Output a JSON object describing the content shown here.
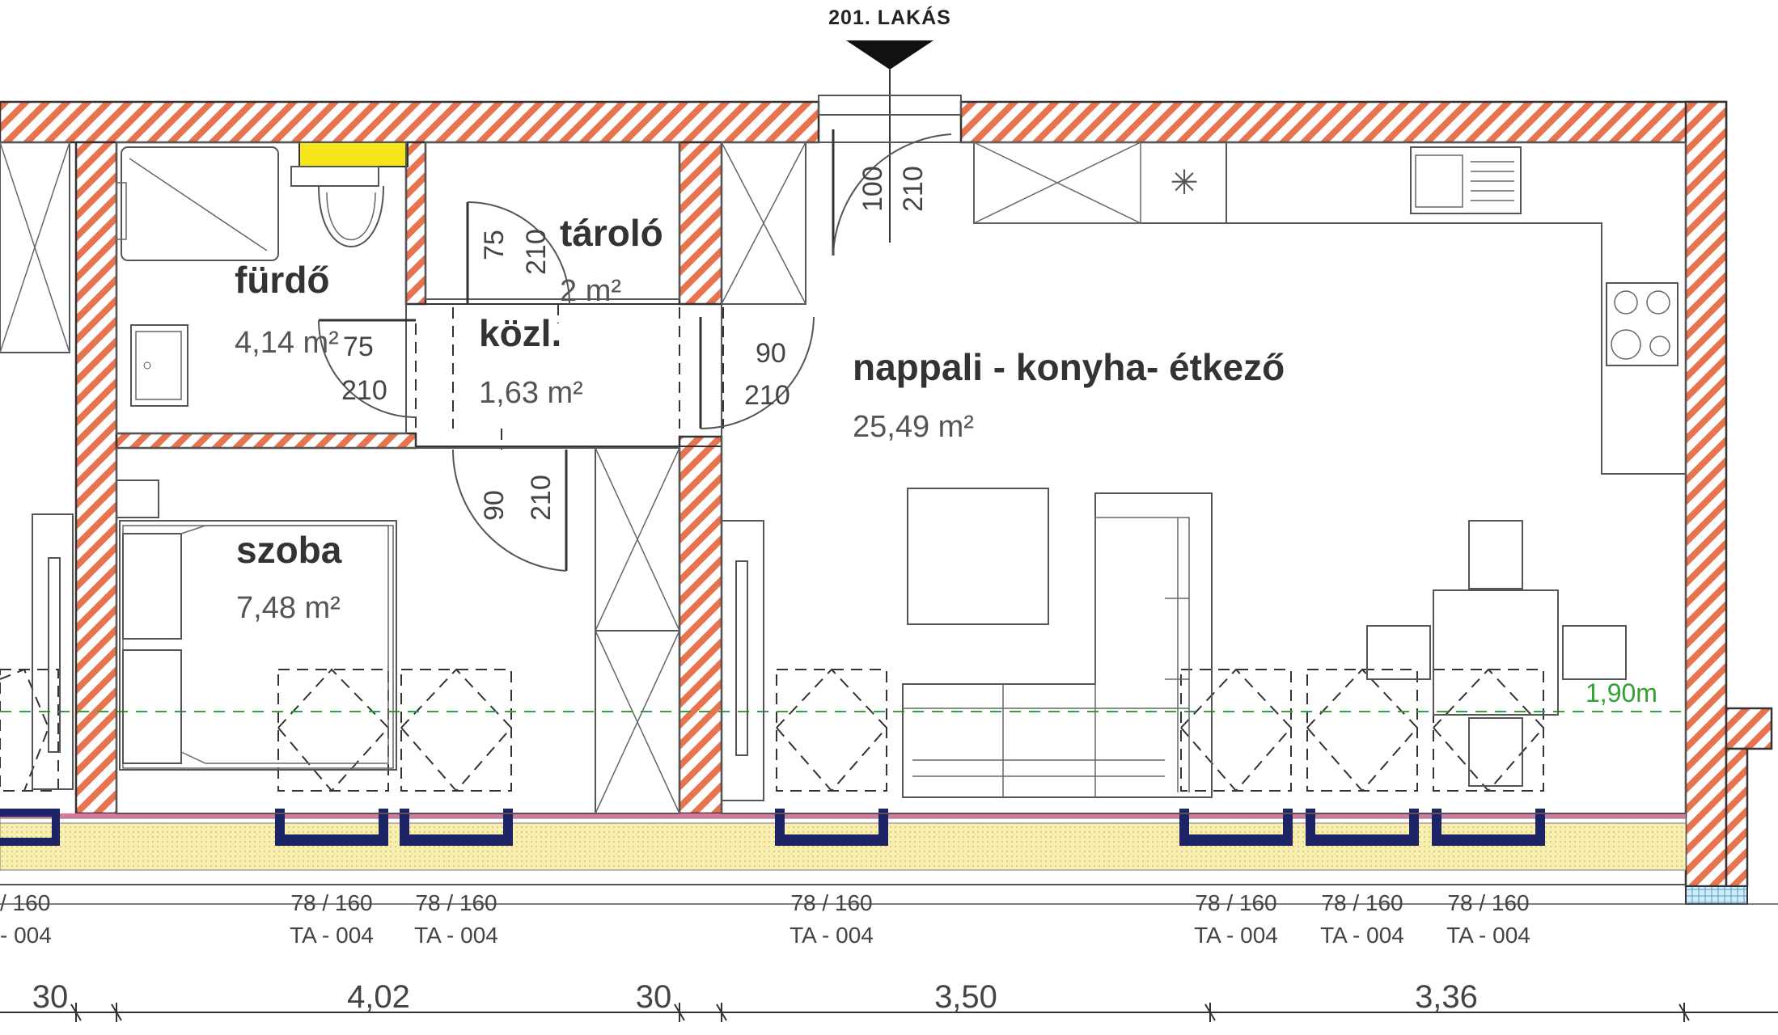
{
  "apartment": {
    "label": "201. LAKÁS"
  },
  "rooms": {
    "furdo": {
      "name": "fürdő",
      "area": "4,14 m²"
    },
    "tarolo": {
      "name": "tároló",
      "area": "2 m²"
    },
    "kozl": {
      "name": "közl.",
      "area": "1,63 m²"
    },
    "szoba": {
      "name": "szoba",
      "area": "7,48 m²"
    },
    "nappali": {
      "name": "nappali - konyha- étkező",
      "area": "25,49 m²"
    }
  },
  "doors": {
    "entrance": {
      "width": "100",
      "height": "210"
    },
    "tarolo": {
      "width": "75",
      "height": "210"
    },
    "furdo": {
      "width": "75",
      "height": "210"
    },
    "nappali": {
      "width": "90",
      "height": "210"
    },
    "szoba": {
      "width": "90",
      "height": "210"
    }
  },
  "windows": [
    {
      "size": "/ 160",
      "code": "- 004"
    },
    {
      "size": "78 / 160",
      "code": "TA - 004"
    },
    {
      "size": "78 / 160",
      "code": "TA - 004"
    },
    {
      "size": "78 / 160",
      "code": "TA - 004"
    },
    {
      "size": "78 / 160",
      "code": "TA - 004"
    },
    {
      "size": "78 / 160",
      "code": "TA - 004"
    },
    {
      "size": "78 / 160",
      "code": "TA - 004"
    }
  ],
  "sill_height": "1,90m",
  "dimensions": [
    "30",
    "4,02",
    "30",
    "3,50",
    "3,36"
  ],
  "colors": {
    "wall_hatch": "#e8744f",
    "window_frame": "#1c2466",
    "insulation": "#f8efb0",
    "radiator": "#f5e51a",
    "sill_line": "#33a033",
    "membrane": "#d9789f"
  }
}
